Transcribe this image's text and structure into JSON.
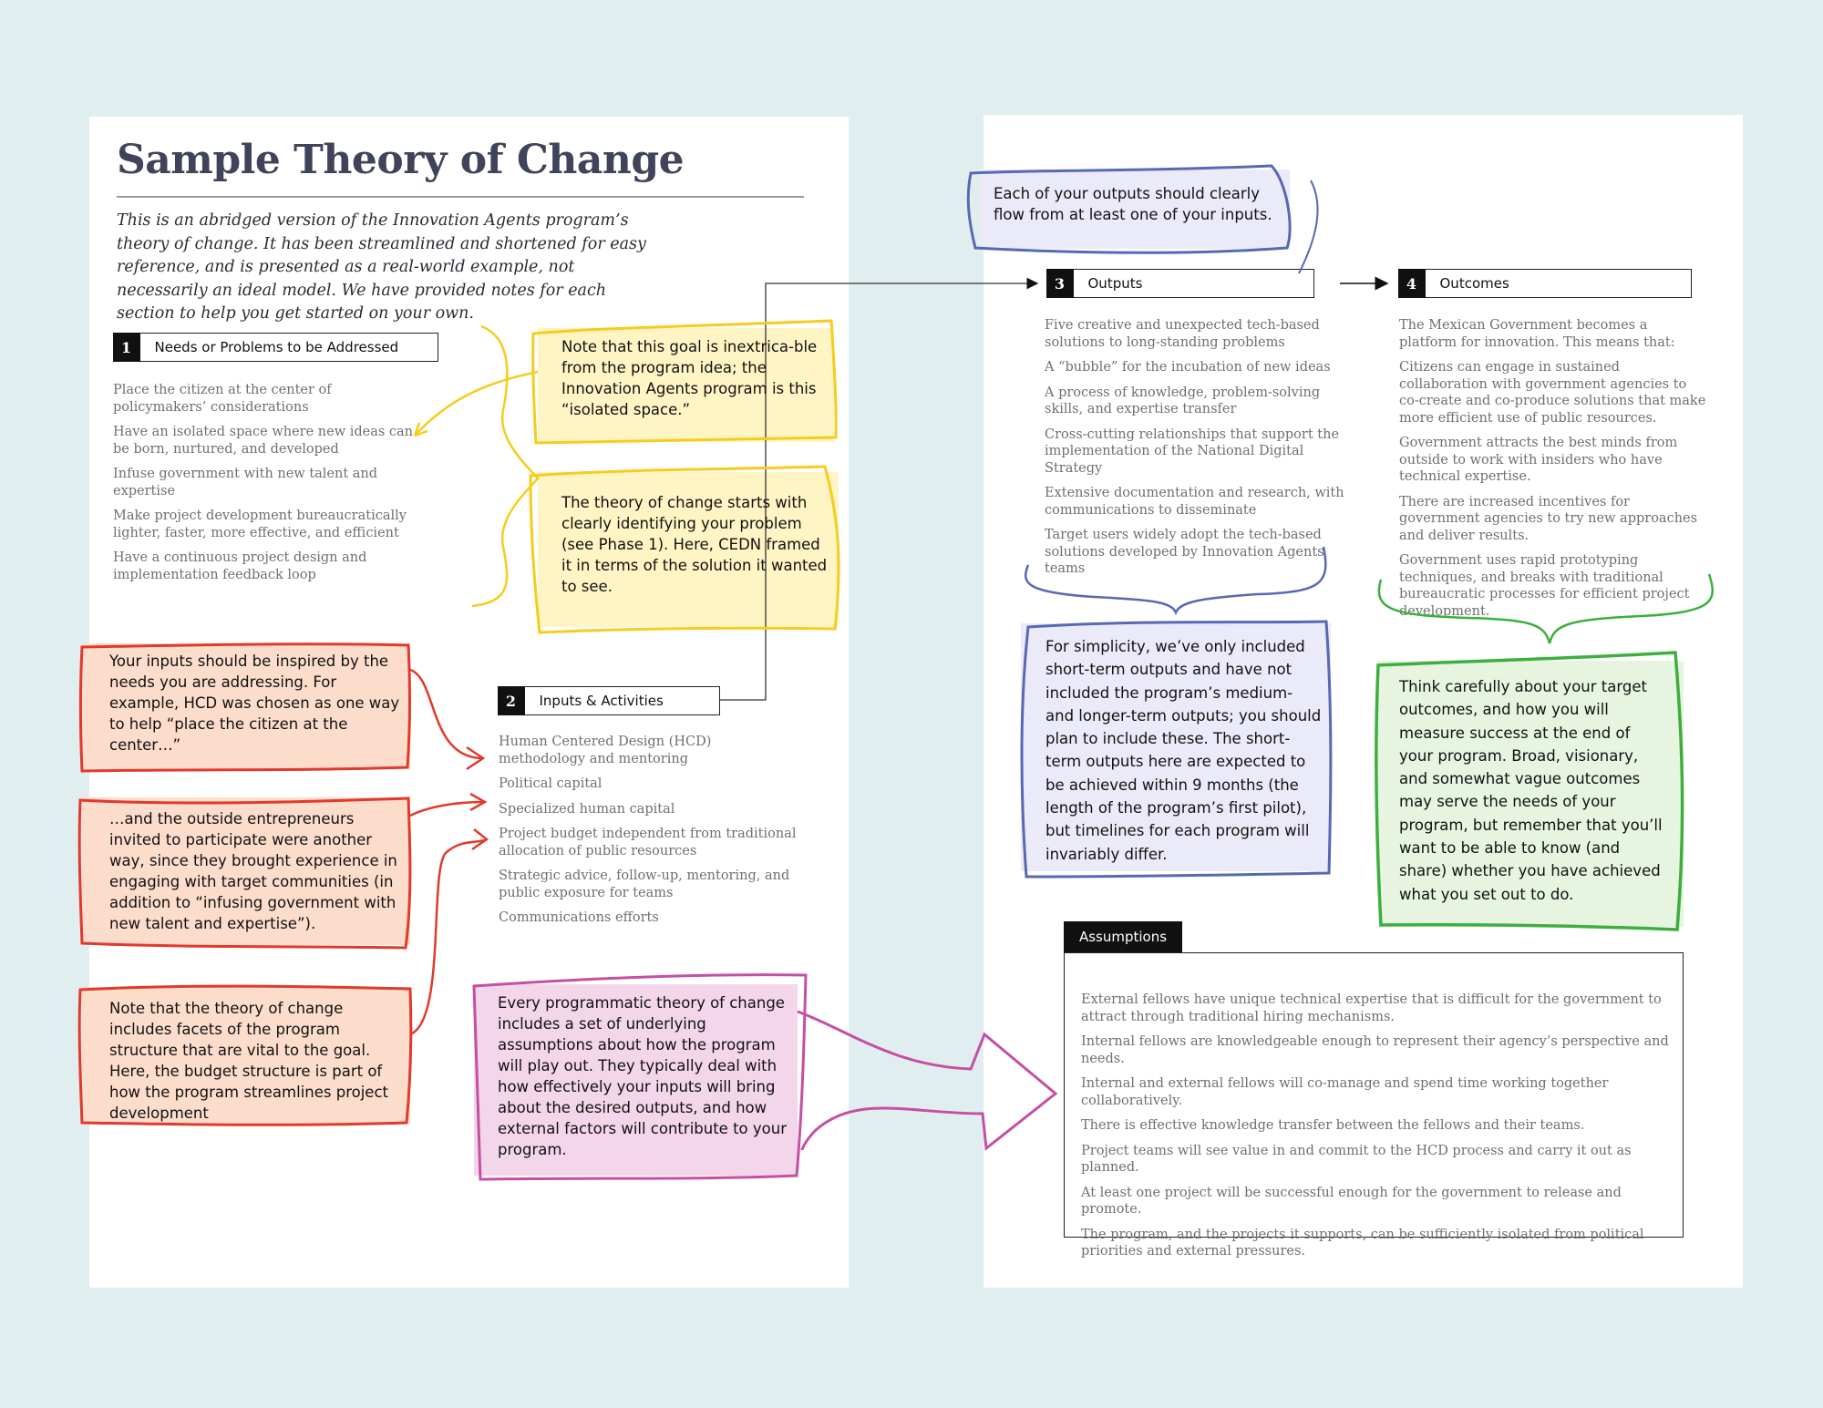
{
  "title": "Sample Theory of Change",
  "intro": "This is an abridged version of the Innovation Agents program’s theory of change. It has been streamlined and shortened for easy reference, and is presented as a real-world example, not necessarily an ideal model. We have provided notes for each section to help you get started on your own.",
  "sections": {
    "needs": {
      "number": "1",
      "label": "Needs or Problems to be Addressed",
      "items": [
        "Place the citizen at the center of policymakers’ considerations",
        "Have an isolated space where new ideas can be born, nurtured, and developed",
        "Infuse government with new talent and expertise",
        "Make project development bureaucratically lighter, faster, more effective, and efficient",
        "Have a continuous project design and implementation feedback loop"
      ]
    },
    "inputs": {
      "number": "2",
      "label": "Inputs & Activities",
      "items": [
        "Human Centered Design (HCD) methodology and mentoring",
        "Political capital",
        "Specialized human capital",
        "Project budget independent from traditional allocation of public resources",
        "Strategic advice, follow-up, mentoring, and public exposure for teams",
        "Communications efforts"
      ]
    },
    "outputs": {
      "number": "3",
      "label": "Outputs",
      "items": [
        "Five creative and unexpected tech-based solutions to long-standing problems",
        "A “bubble” for the incubation of new ideas",
        "A process of knowledge, problem-solving skills, and expertise transfer",
        "Cross-cutting relationships that support the implementation of the National Digital Strategy",
        "Extensive documentation and research, with communications to disseminate",
        "Target users widely adopt the tech-based solutions developed by Innovation Agents teams"
      ]
    },
    "outcomes": {
      "number": "4",
      "label": "Outcomes",
      "items": [
        "The Mexican Government becomes a platform for innovation. This means that:",
        "Citizens can engage in sustained collaboration with government agencies to co-create and co-produce solutions that make more efficient use of public resources.",
        "Government attracts the best minds from outside to work with insiders who have technical expertise.",
        "There are increased incentives for government agencies to try new approaches and deliver results.",
        "Government uses rapid prototyping techniques, and breaks with traditional bureaucratic processes for efficient project development."
      ]
    },
    "assumptions": {
      "label": "Assumptions",
      "items": [
        "External fellows have unique technical expertise that is difficult for the government to attract through traditional hiring mechanisms.",
        "Internal fellows are knowledgeable enough to represent their agency’s perspective and needs.",
        "Internal and external fellows will co-manage and spend time working together collaboratively.",
        "There is effective knowledge transfer between the fellows and their teams.",
        "Project teams will see value in and commit to the HCD process and carry it out as planned.",
        "At least one project will be successful enough for the government to release and promote.",
        "The program, and the projects it supports, can be sufficiently isolated from political priorities and external pressures."
      ]
    }
  },
  "notes": {
    "goal_isolated": "Note that this goal is inextrica-ble from the program idea; the Innovation Agents program is this “isolated space.”",
    "starts_with": "The theory of change starts with clearly identifying your problem (see Phase 1). Here, CEDN framed it in terms of the solution it wanted to see.",
    "inputs_inspired": "Your inputs should be inspired by the needs you are addressing. For example, HCD was chosen as one way to help “place the citizen at the center…”",
    "entrepreneurs": "…and the outside entrepreneurs invited to participate were another way, since they brought experience in engaging with target communities (in addition to “infusing government with new talent and expertise”).",
    "budget": "Note that the theory of change includes facets of the program structure that are vital to the goal. Here, the budget structure is part of how the program streamlines project development",
    "assumptions_note": "Every programmatic theory of change includes a set of underlying assumptions about how the program will play out. They typically deal with how effectively your inputs will bring about the desired outputs, and how external factors will contribute to your program.",
    "outputs_flow": "Each of your outputs should clearly flow from at least one of your inputs.",
    "simplicity": "For simplicity, we’ve only included short-term outputs and have not included the program’s medium- and longer-term outputs; you should plan to include these. The short-term outputs here are expected to be achieved within 9 months (the length of the program’s first pilot), but timelines for each program will invariably differ.",
    "outcomes_note": "Think carefully about your target outcomes, and how you will measure success at the end of your program. Broad, visionary, and somewhat vague outcomes may serve the needs of your program, but remember that you’ll want to be able to know (and share) whether you have achieved what you set out to do."
  },
  "colors": {
    "background": "#e1eef0",
    "yellow_note": "#f6cd1c",
    "red_note": "#e2392b",
    "pink_note": "#c54fa3",
    "blue_note": "#5868b4",
    "green_note": "#3daf3e"
  }
}
